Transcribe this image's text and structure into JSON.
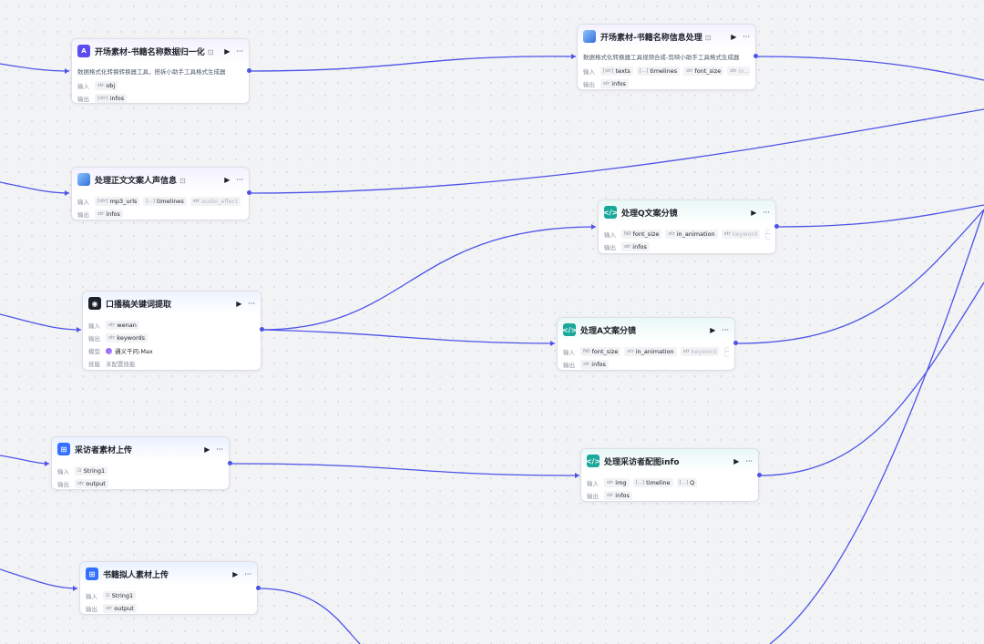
{
  "labels": {
    "input": "输入",
    "output": "输出",
    "model": "模型",
    "skill": "技能",
    "run": "▶",
    "more": "···",
    "ellipsis": "···",
    "tag": "⊡"
  },
  "colors": {
    "edge": "#4d53e8",
    "canvas": "#f2f3f5"
  },
  "nodes": {
    "n1": {
      "title": "开场素材-书籍名称数据归一化",
      "desc": "数据格式化转换转换器工具，搭拆小助手工具格式生成器",
      "inputs": [
        {
          "type": "str",
          "name": "obj"
        }
      ],
      "outputs": [
        {
          "type": "[str]",
          "name": "infos"
        }
      ]
    },
    "n2": {
      "title": "开场素材-书籍名称信息处理",
      "desc": "数据格式化转换器工具视频合成-剪映小助手工具格式生成器",
      "inputs": [
        {
          "type": "[str]",
          "name": "texts"
        },
        {
          "type": "[...]",
          "name": "timelines"
        },
        {
          "type": "str",
          "name": "font_size"
        },
        {
          "type": "str",
          "name": "in..."
        }
      ],
      "outputs": [
        {
          "type": "str",
          "name": "infos"
        }
      ]
    },
    "n3": {
      "title": "处理正文文案人声信息",
      "inputs": [
        {
          "type": "[str]",
          "name": "mp3_urls"
        },
        {
          "type": "[...]",
          "name": "timelines"
        },
        {
          "type": "str",
          "name": "audio_effect"
        }
      ],
      "outputs": [
        {
          "type": "str",
          "name": "infos"
        }
      ]
    },
    "n4": {
      "title": "处理Q文案分镜",
      "inputs": [
        {
          "type": "N0",
          "name": "font_size"
        },
        {
          "type": "str",
          "name": "in_animation"
        },
        {
          "type": "str",
          "name": "keyword"
        }
      ],
      "outputs": [
        {
          "type": "str",
          "name": "infos"
        }
      ]
    },
    "n5": {
      "title": "口播稿关键词提取",
      "inputs": [
        {
          "type": "str",
          "name": "wenan"
        }
      ],
      "outputs": [
        {
          "type": "str",
          "name": "keywords"
        }
      ],
      "model": "通义千问-Max",
      "skill": "未配置技能"
    },
    "n6": {
      "title": "处理A文案分镜",
      "inputs": [
        {
          "type": "N0",
          "name": "font_size"
        },
        {
          "type": "str",
          "name": "in_animation"
        },
        {
          "type": "str",
          "name": "keyword"
        }
      ],
      "outputs": [
        {
          "type": "str",
          "name": "infos"
        }
      ]
    },
    "n7": {
      "title": "采访者素材上传",
      "inputs": [
        {
          "type": "⊡",
          "name": "String1"
        }
      ],
      "outputs": [
        {
          "type": "str",
          "name": "output"
        }
      ]
    },
    "n8": {
      "title": "处理采访者配图info",
      "inputs": [
        {
          "type": "str",
          "name": "img"
        },
        {
          "type": "[...]",
          "name": "timeline"
        },
        {
          "type": "[...]",
          "name": "Q"
        }
      ],
      "outputs": [
        {
          "type": "str",
          "name": "infos"
        }
      ]
    },
    "n9": {
      "title": "书籍拟人素材上传",
      "inputs": [
        {
          "type": "⊡",
          "name": "String1"
        }
      ],
      "outputs": [
        {
          "type": "str",
          "name": "output"
        }
      ]
    }
  }
}
